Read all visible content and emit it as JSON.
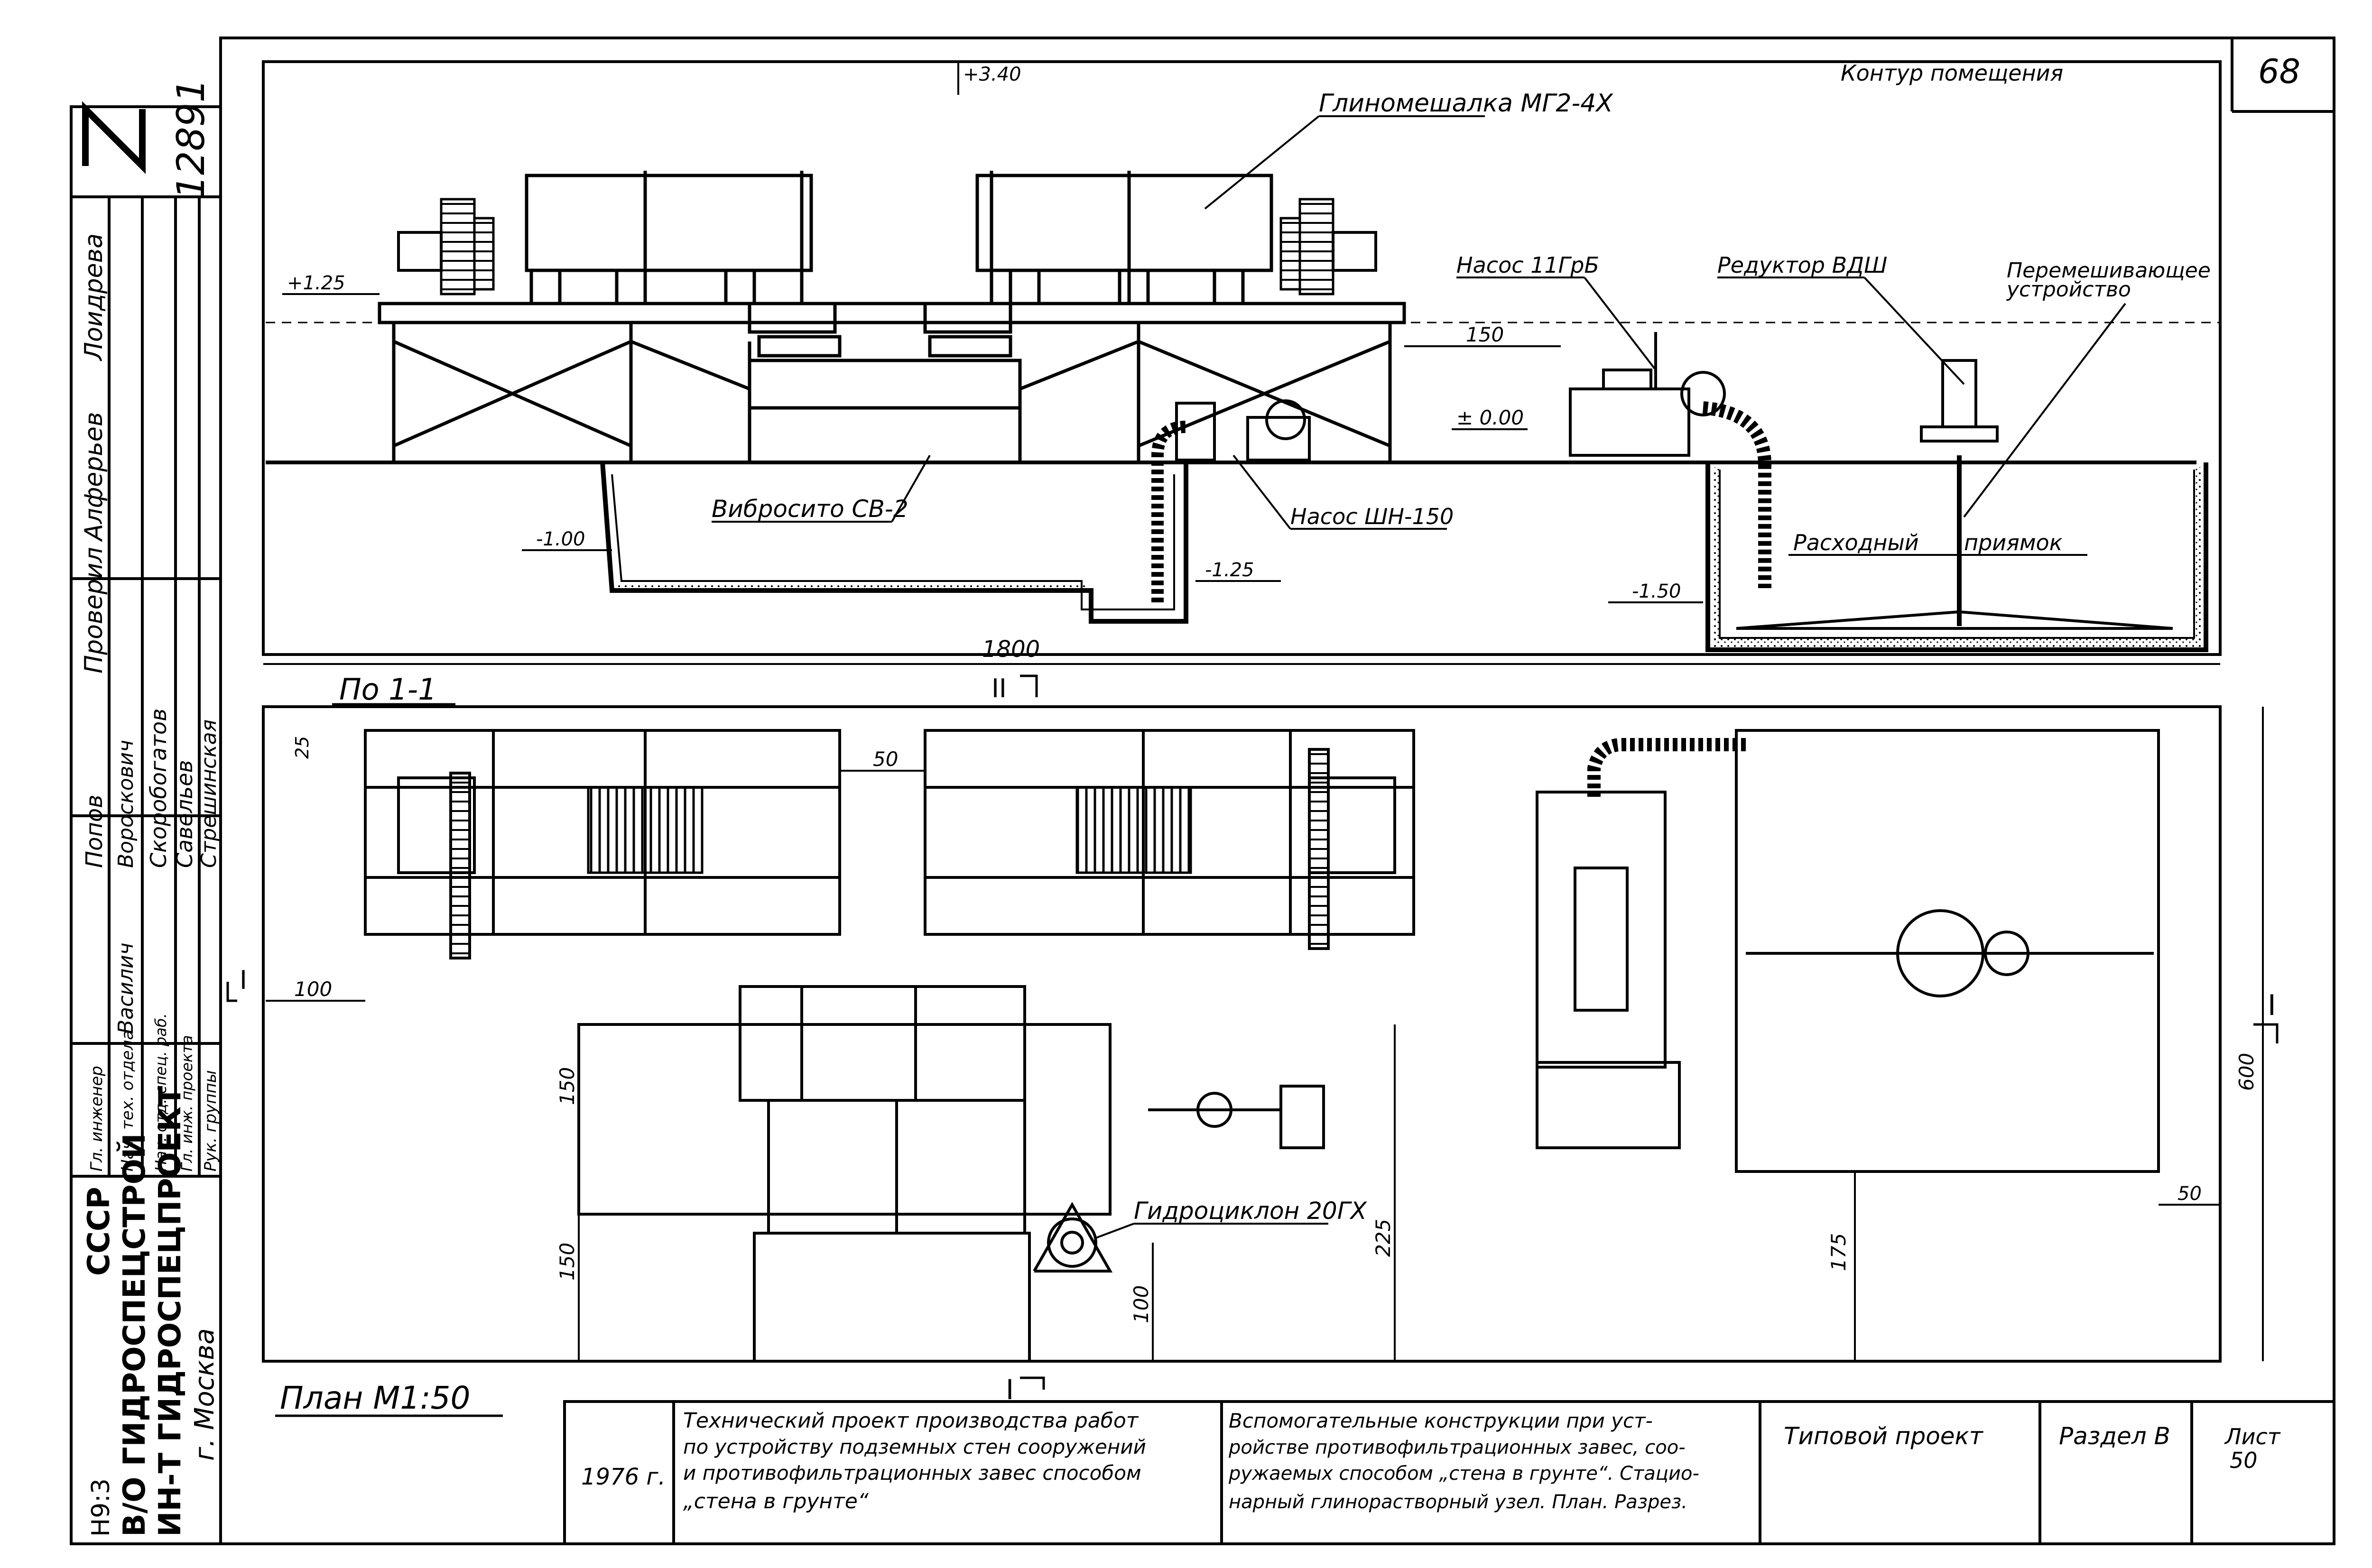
{
  "sheet_number_corner": "68",
  "archive_number": "12891",
  "dims": {
    "el_340": "+3.40",
    "el_125": "+1.25",
    "el_000": "± 0.00",
    "el_m100": "-1.00",
    "el_m125": "-1.25",
    "el_m150": "-1.50",
    "d150_top": "150",
    "d1800": "1800",
    "d25": "25",
    "d50_top": "50",
    "d100_left": "100",
    "d150_a": "150",
    "d150_b": "150",
    "d225": "225",
    "d100_bottom": "100",
    "d175": "175",
    "d600": "600",
    "d50_right": "50"
  },
  "labels": {
    "room_contour": "Контур помещения",
    "mixer": "Глиномешалка МГ2-4Х",
    "pump_11grb": "Насос 11ГрБ",
    "reducer": "Редуктор ВДШ",
    "agitator_l1": "Перемешивающее",
    "agitator_l2": "устройство",
    "vibrosieve": "Вибросито СВ-2",
    "pump_shn": "Насос ШН-150",
    "sump_a": "Расходный",
    "sump_b": "приямок",
    "section_title": "По 1-1",
    "section_mark_top": "II",
    "section_mark_bottom": "I",
    "section_mark_left": "I",
    "section_mark_right": "I",
    "hydrocyclone": "Гидроциклон 20ГХ",
    "plan_title": "План М1:50"
  },
  "side_stamp": {
    "org_1": "СССР",
    "org_2": "В/О ГИДРОСПЕЦСТРОЙ",
    "org_3": "ИН-Т ГИДРОСПЕЦПРОЕКТ",
    "org_4": "г. Москва",
    "small_code": "Н9:3",
    "roles": [
      "Гл. инженер",
      "Нач. тех. отдела",
      "Нач. отд. спец. раб.",
      "Гл. инж. проекта",
      "Рук. группы"
    ],
    "names": [
      "Василич",
      "Скоробогатов",
      "Савельев",
      "Стрешинская"
    ],
    "col_heads": [
      "Лоидрева",
      "Алферьев",
      "Проверил",
      "Попов",
      "Вороскович"
    ]
  },
  "title_block": {
    "year": "1976 г.",
    "desc_1_l1": "Технический проект производства работ",
    "desc_1_l2": "по устройству подземных стен сооружений",
    "desc_1_l3": "и противофильтрационных завес способом",
    "desc_1_l4": "„стена в грунте“",
    "desc_2_l1": "Вспомогательные конструкции при уст-",
    "desc_2_l2": "ройстве противофильтрационных завес, соо-",
    "desc_2_l3": "ружаемых способом „стена в грунте“. Стацио-",
    "desc_2_l4": "нарный глинорастворный узел. План. Разрез.",
    "typical": "Типовой проект",
    "section": "Раздел В",
    "sheet_label": "Лист",
    "sheet_no": "50"
  }
}
